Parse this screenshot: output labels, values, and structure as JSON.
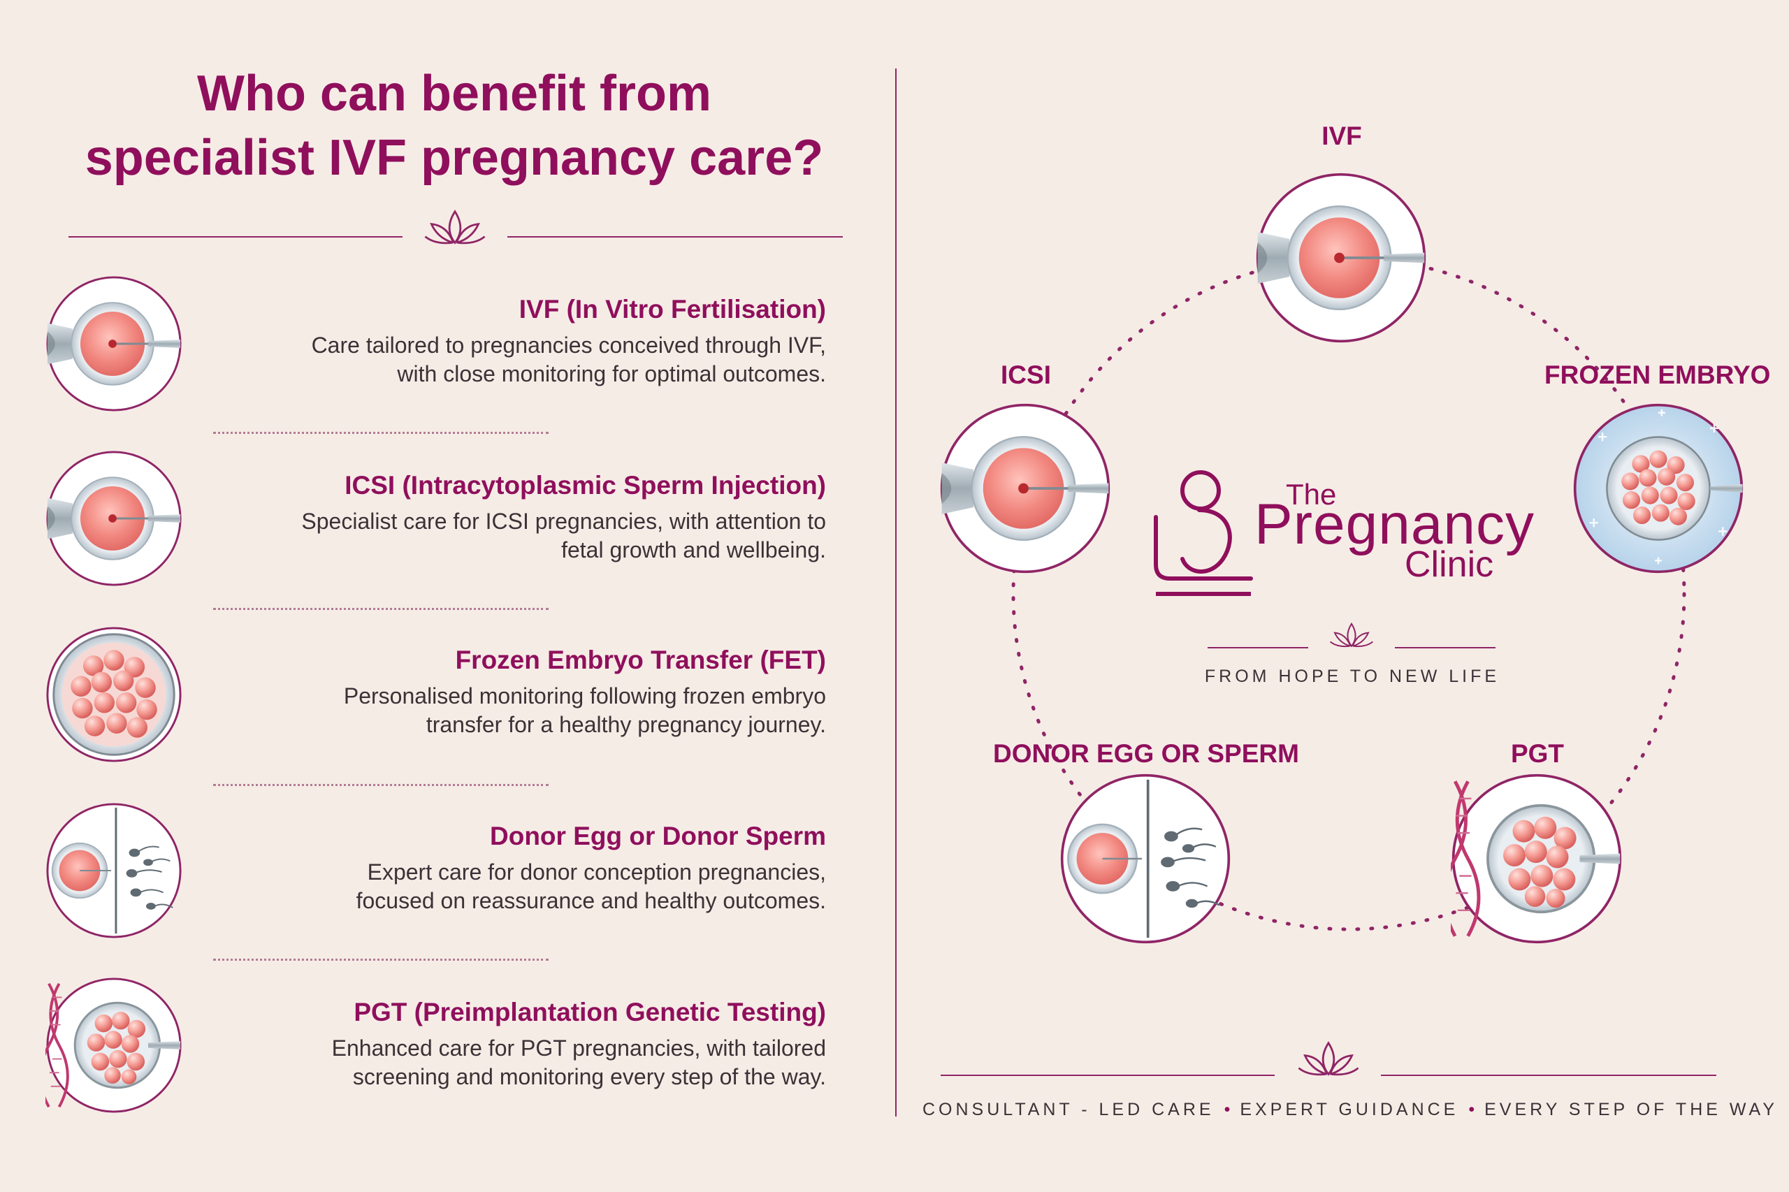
{
  "heading": {
    "line1": "Who can benefit from",
    "line2": "specialist IVF pregnancy care?"
  },
  "treatments": [
    {
      "icon": "ivf-egg-injection-icon",
      "title": "IVF (In Vitro Fertilisation)",
      "desc_line1": "Care tailored to pregnancies conceived through IVF,",
      "desc_line2": "with close monitoring for optimal outcomes."
    },
    {
      "icon": "icsi-sperm-injection-icon",
      "title": "ICSI (Intracytoplasmic Sperm Injection)",
      "desc_line1": "Specialist care for ICSI pregnancies, with attention to",
      "desc_line2": "fetal growth and wellbeing."
    },
    {
      "icon": "frozen-embryo-icon",
      "title": "Frozen Embryo Transfer (FET)",
      "desc_line1": "Personalised monitoring following frozen embryo",
      "desc_line2": "transfer for a healthy pregnancy journey."
    },
    {
      "icon": "donor-egg-sperm-icon",
      "title": "Donor Egg or Donor Sperm",
      "desc_line1": "Expert care for donor conception pregnancies,",
      "desc_line2": "focused on reassurance and healthy outcomes."
    },
    {
      "icon": "pgt-dna-embryo-icon",
      "title": "PGT (Preimplantation Genetic Testing)",
      "desc_line1": "Enhanced care for PGT pregnancies, with tailored",
      "desc_line2": "screening and monitoring every step of the way."
    }
  ],
  "cycle": {
    "nodes": [
      "IVF",
      "FROZEN EMBRYO",
      "PGT",
      "DONOR EGG OR SPERM",
      "ICSI"
    ]
  },
  "brand": {
    "the": "The",
    "pregnancy": "Pregnancy",
    "clinic": "Clinic",
    "tagline": "FROM HOPE TO NEW LIFE"
  },
  "footer": {
    "item1": "CONSULTANT - LED CARE",
    "item2": "EXPERT GUIDANCE",
    "item3": "EVERY STEP OF THE WAY",
    "separator": "•"
  },
  "colors": {
    "background": "#f6ece6",
    "accent": "#8f0f5c",
    "text": "#3a3236",
    "egg": "#ee7f7a"
  }
}
